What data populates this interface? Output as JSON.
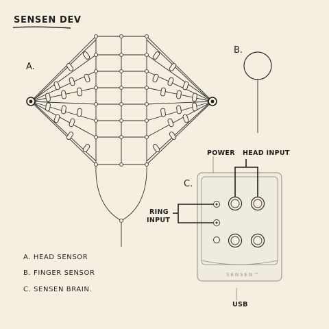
{
  "title": "SENSEN DEV",
  "labels": {
    "a": "A.",
    "b": "B.",
    "c": "C."
  },
  "brain": {
    "power": "POWER",
    "head_input": "HEAD INPUT",
    "ring_input_line1": "RING",
    "ring_input_line2": "INPUT",
    "brand": "SENSEN™",
    "usb": "USB"
  },
  "legend": {
    "a": "A. HEAD SENSOR",
    "b": "B. FINGER SENSOR",
    "c": "C. SENSEN BRAIN."
  },
  "colors": {
    "paper": "#f4efe1",
    "ink": "#1f1f1f",
    "device_fill": "#efebdf",
    "device_stroke": "#8f8b82"
  }
}
